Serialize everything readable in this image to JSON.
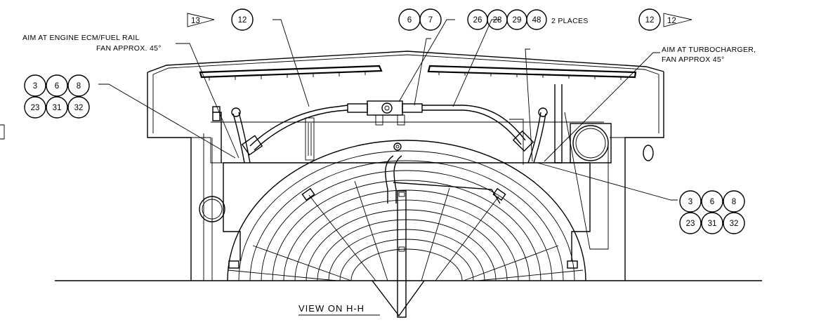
{
  "notes": {
    "engine_ecm_line1": "AIM AT ENGINE ECM/FUEL RAIL",
    "engine_ecm_line2": "FAN APPROX. 45°",
    "turbo_line1": "AIM AT TURBOCHARGER,",
    "turbo_line2": "FAN APPROX 45°",
    "two_places": "2 PLACES",
    "view_title": "VIEW ON H-H"
  },
  "flags": {
    "left": "13",
    "right": "12"
  },
  "balloons": {
    "top_left_hose": "12",
    "top_center_a": "6",
    "top_center_b": "7",
    "top_right_group": [
      "26",
      "28",
      "29",
      "48"
    ],
    "top_right_hose": "12",
    "left_group_row1": [
      "3",
      "6",
      "8"
    ],
    "left_group_row2": [
      "23",
      "31",
      "32"
    ],
    "right_group_row1": [
      "3",
      "6",
      "8"
    ],
    "right_group_row2": [
      "23",
      "31",
      "32"
    ]
  },
  "chart_data": {
    "type": "technical-drawing",
    "view": "VIEW ON H-H",
    "callouts": [
      {
        "label": "12",
        "flag": "13"
      },
      {
        "label": "6"
      },
      {
        "label": "7"
      },
      {
        "label": "26"
      },
      {
        "label": "28"
      },
      {
        "label": "29"
      },
      {
        "label": "48"
      },
      {
        "label": "12",
        "flag": "12"
      },
      {
        "group": [
          "3",
          "6",
          "8",
          "23",
          "31",
          "32"
        ],
        "side": "left"
      },
      {
        "group": [
          "3",
          "6",
          "8",
          "23",
          "31",
          "32"
        ],
        "side": "right"
      }
    ]
  }
}
